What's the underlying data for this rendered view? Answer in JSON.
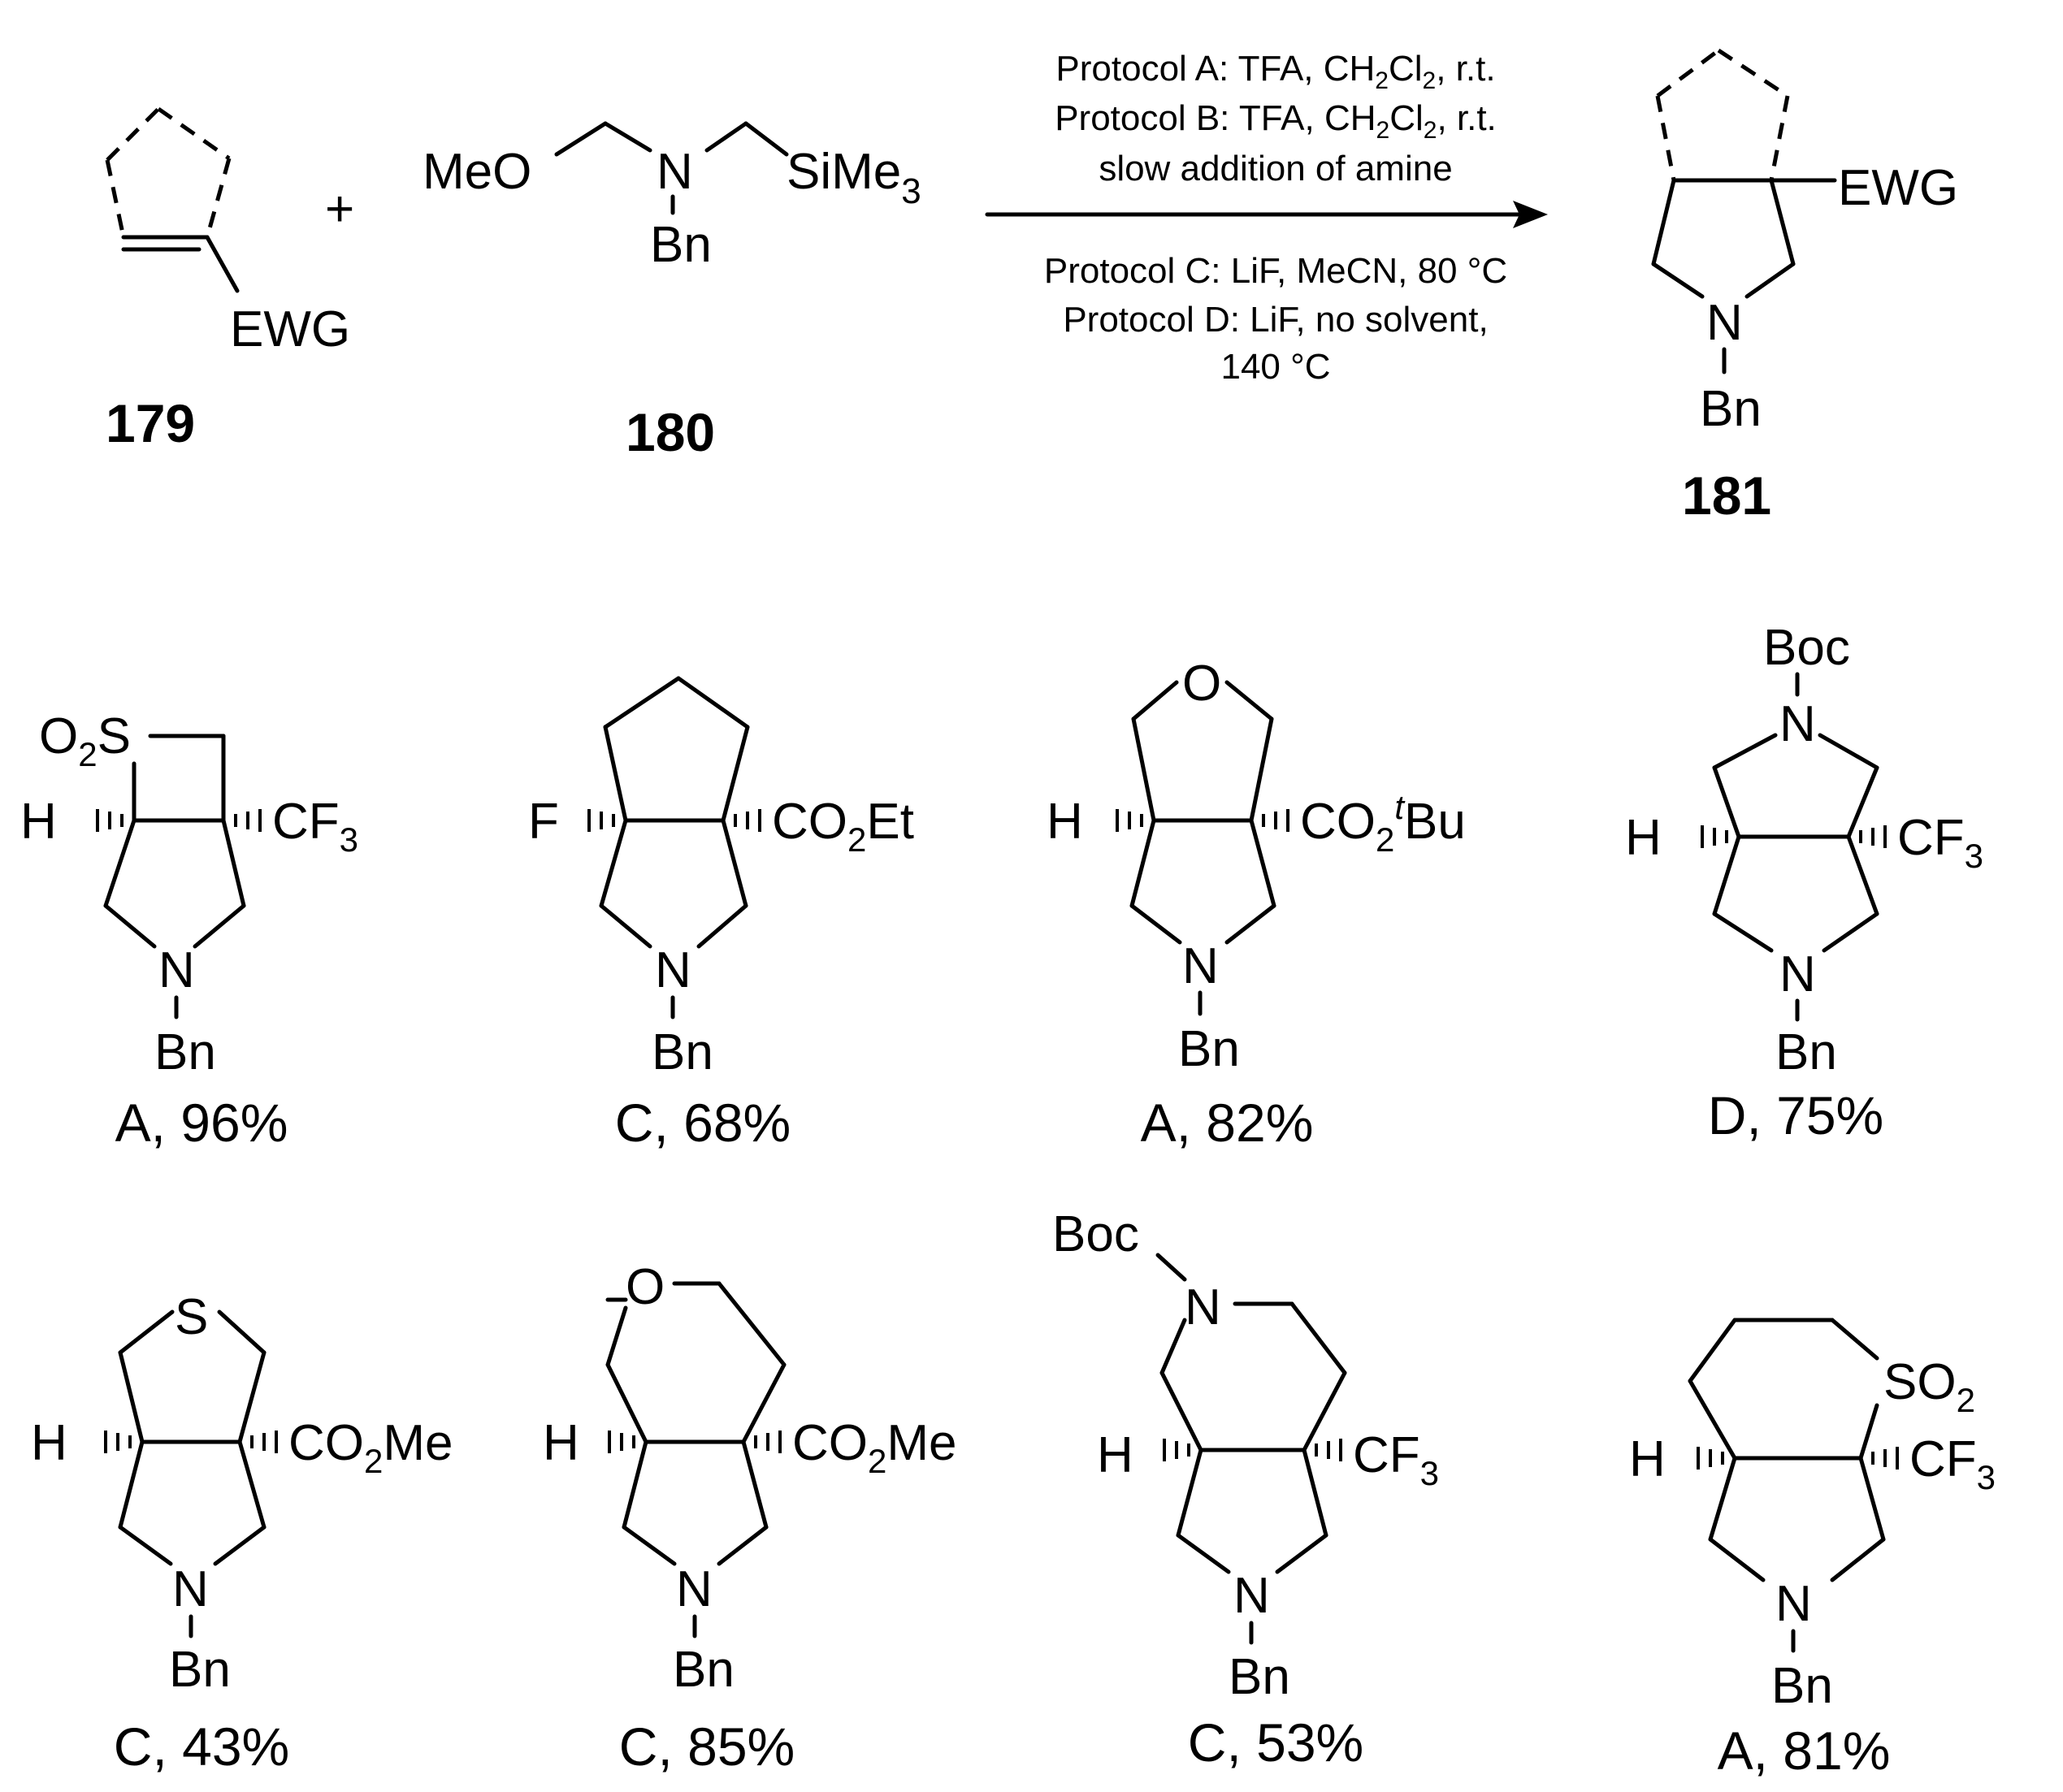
{
  "reactants": {
    "r179": {
      "number": "179",
      "ewg": "EWG"
    },
    "r180": {
      "number": "180",
      "meo": "MeO",
      "n": "N",
      "bn": "Bn",
      "si": "SiMe",
      "si_sub": "3"
    }
  },
  "conditions": {
    "protocol_a": "Protocol A: TFA, CH",
    "protocol_a_tail": "2Cl2, r.t.",
    "protocol_b": "Protocol B: TFA, CH",
    "protocol_b_tail": "2Cl2, r.t.",
    "protocol_b_note": "slow addition of amine",
    "protocol_c": "Protocol C: LiF, MeCN, 80 °C",
    "protocol_d": "Protocol D: LiF, no solvent,",
    "protocol_d_note": "140 °C",
    "sub2": "2",
    "cl": "Cl"
  },
  "product": {
    "number": "181",
    "ewg": "EWG",
    "n": "N",
    "bn": "Bn"
  },
  "examples": [
    {
      "ring": "O2S",
      "hetero": "",
      "left": "H",
      "right": "CF3",
      "yield": "A, 96%"
    },
    {
      "ring": "",
      "hetero": "",
      "left": "F",
      "right": "CO2Et",
      "yield": "C, 68%"
    },
    {
      "ring": "",
      "hetero": "O",
      "left": "H",
      "right": "CO2tBu",
      "yield": "A, 82%"
    },
    {
      "ring": "",
      "hetero": "N",
      "top": "Boc",
      "left": "H",
      "right": "CF3",
      "yield": "D, 75%"
    },
    {
      "ring": "",
      "hetero": "S",
      "left": "H",
      "right": "CO2Me",
      "yield": "C, 43%"
    },
    {
      "ring": "",
      "hetero": "O",
      "left": "H",
      "right": "CO2Me",
      "yield": "C, 85%"
    },
    {
      "ring": "",
      "hetero": "N",
      "top": "Boc",
      "left": "H",
      "right": "CF3",
      "yield": "C, 53%"
    },
    {
      "ring": "SO2",
      "hetero": "",
      "left": "H",
      "right": "CF3",
      "yield": "A, 81%"
    }
  ],
  "common": {
    "n": "N",
    "bn": "Bn",
    "h": "H",
    "f": "F",
    "o": "O",
    "s": "S",
    "boc": "Boc",
    "co": "CO",
    "et": "Et",
    "me": "Me",
    "bu": "Bu",
    "t": "t",
    "cf": "CF",
    "three": "3",
    "two": "2",
    "o2s_o": "O",
    "o2s_s": "S",
    "so": "SO"
  }
}
